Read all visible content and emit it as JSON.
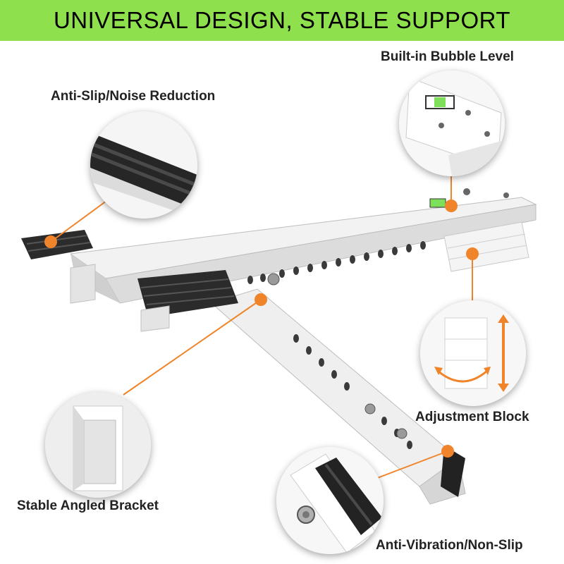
{
  "banner": {
    "title": "UNIVERSAL DESIGN, STABLE SUPPORT"
  },
  "labels": {
    "bubble_level": "Built-in Bubble Level",
    "anti_slip": "Anti-Slip/Noise Reduction",
    "adjustment_block": "Adjustment Block",
    "angled_bracket": "Stable Angled Bracket",
    "anti_vibration": "Anti-Vibration/Non-Slip"
  },
  "colors": {
    "banner": "#8fe04d",
    "accent": "#f0842a",
    "bracket": "#ececec",
    "pad": "#2b2b2b",
    "bubble": "#7ee05a"
  }
}
